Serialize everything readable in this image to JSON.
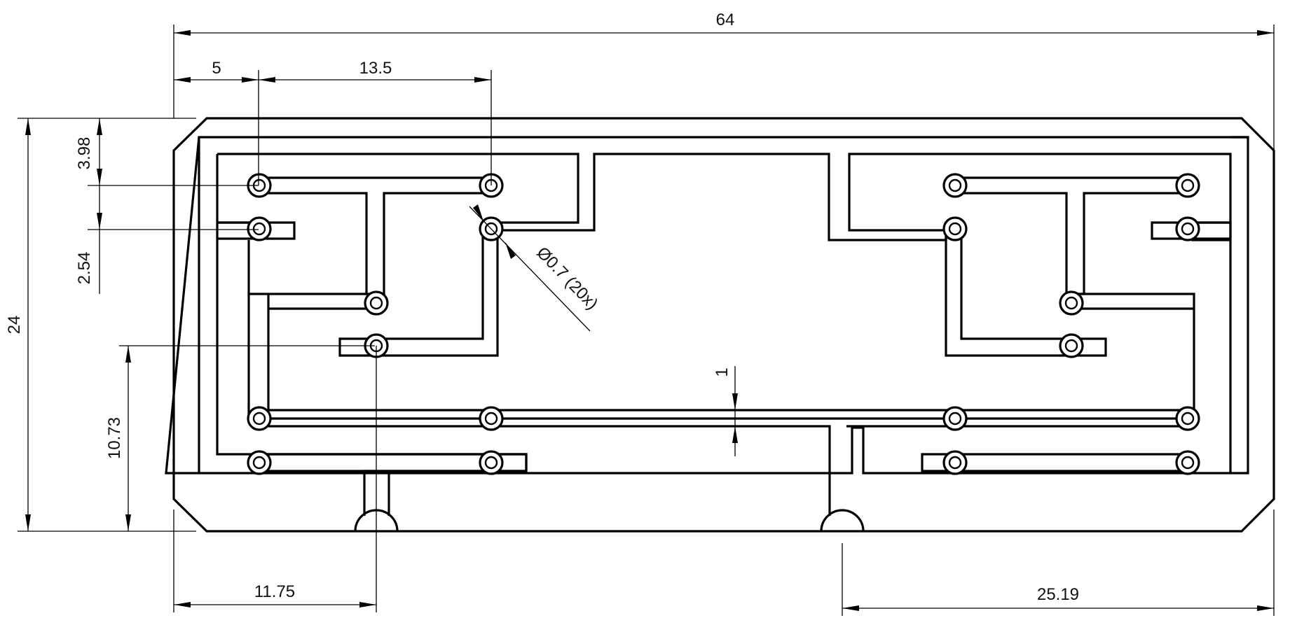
{
  "drawing": {
    "dimensions": {
      "overall_width": "64",
      "pad_offset_x": "5",
      "pad_pitch_x": "13.5",
      "top_offset_y": "3.98",
      "pad_pitch_y": "2.54",
      "overall_height": "24",
      "mount_offset_y": "10.73",
      "slot_left_x": "11.75",
      "slot_right_x": "25.19",
      "trace_gap": "1",
      "hole_diameter": "Ø0.7 (20x)"
    }
  }
}
